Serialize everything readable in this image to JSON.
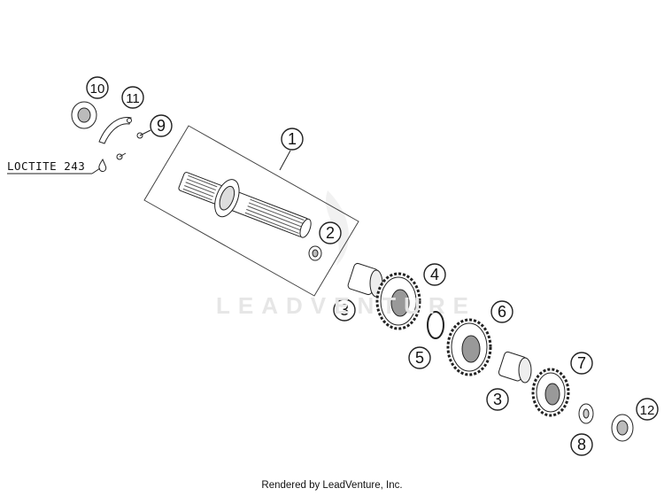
{
  "diagram": {
    "callouts": [
      "1",
      "2",
      "3",
      "4",
      "5",
      "6",
      "3",
      "7",
      "8",
      "9",
      "10",
      "11",
      "12"
    ],
    "loctite_label": "LOCTITE 243",
    "watermark": "LEADVENTURE",
    "footer": "Rendered by LeadVenture, Inc."
  },
  "colors": {
    "line": "#222222",
    "fill": "#ffffff",
    "shade": "#9a9a9a"
  }
}
